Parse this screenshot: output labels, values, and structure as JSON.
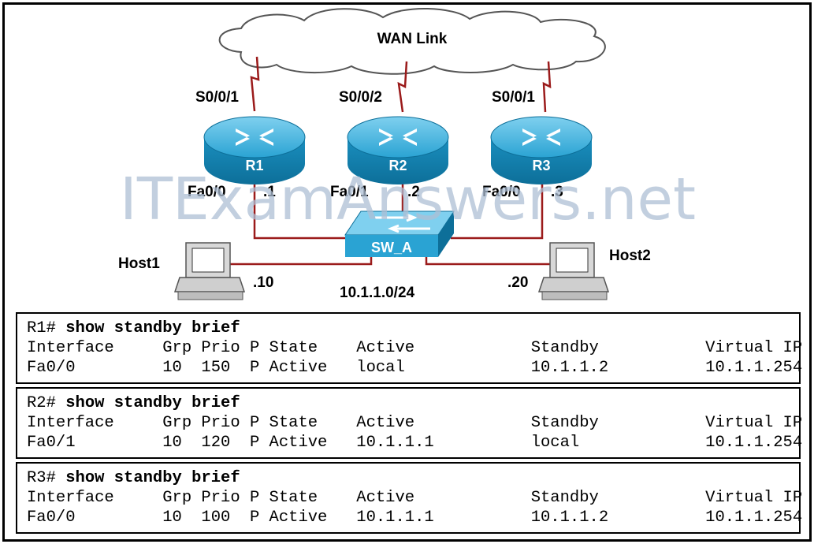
{
  "watermark": "ITExamAnswers.net",
  "wan": {
    "label": "WAN Link"
  },
  "routers": [
    {
      "name": "R1",
      "serial": "S0/0/1",
      "fa": "Fa0/0",
      "ip": ".1"
    },
    {
      "name": "R2",
      "serial": "S0/0/2",
      "fa": "Fa0/1",
      "ip": ".2"
    },
    {
      "name": "R3",
      "serial": "S0/0/1",
      "fa": "Fa0/0",
      "ip": ".3"
    }
  ],
  "switch": {
    "name": "SW_A"
  },
  "hosts": [
    {
      "name": "Host1",
      "ip": ".10"
    },
    {
      "name": "Host2",
      "ip": ".20"
    }
  ],
  "subnet": "10.1.1.0/24",
  "outputs": [
    {
      "prompt": "R1#",
      "command": "show standby brief",
      "header": "Interface     Grp Prio P State    Active            Standby           Virtual IP",
      "row": "Fa0/0         10  150  P Active   local             10.1.1.2          10.1.1.254"
    },
    {
      "prompt": "R2#",
      "command": "show standby brief",
      "header": "Interface     Grp Prio P State    Active            Standby           Virtual IP",
      "row": "Fa0/1         10  120  P Active   10.1.1.1          local             10.1.1.254"
    },
    {
      "prompt": "R3#",
      "command": "show standby brief",
      "header": "Interface     Grp Prio P State    Active            Standby           Virtual IP",
      "row": "Fa0/0         10  100  P Active   10.1.1.1          10.1.1.2          10.1.1.254"
    }
  ]
}
